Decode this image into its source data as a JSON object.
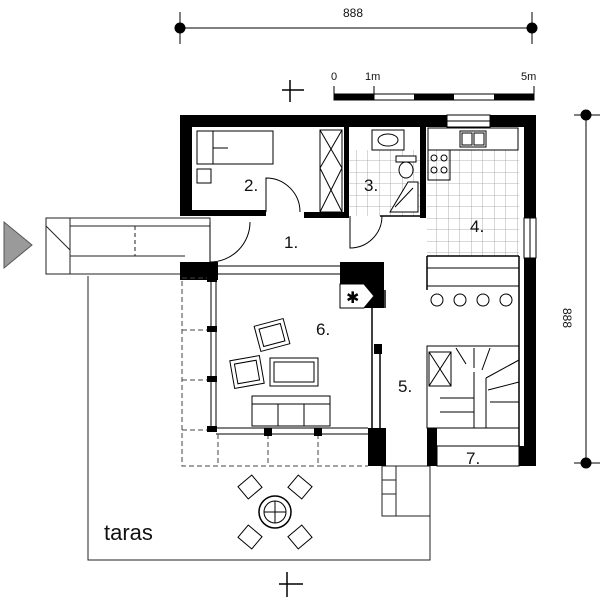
{
  "dimensions": {
    "width_top": "888",
    "height_right": "888"
  },
  "scale_bar": {
    "zero": "0",
    "one": "1m",
    "five": "5m"
  },
  "rooms": {
    "room_1": "1.",
    "room_2": "2.",
    "room_3": "3.",
    "room_4": "4.",
    "room_5": "5.",
    "room_6": "6.",
    "room_7": "7."
  },
  "terrace_label": "taras",
  "colors": {
    "wall": "#000000",
    "tile_grid": "#9a9a9a",
    "line": "#222222"
  }
}
